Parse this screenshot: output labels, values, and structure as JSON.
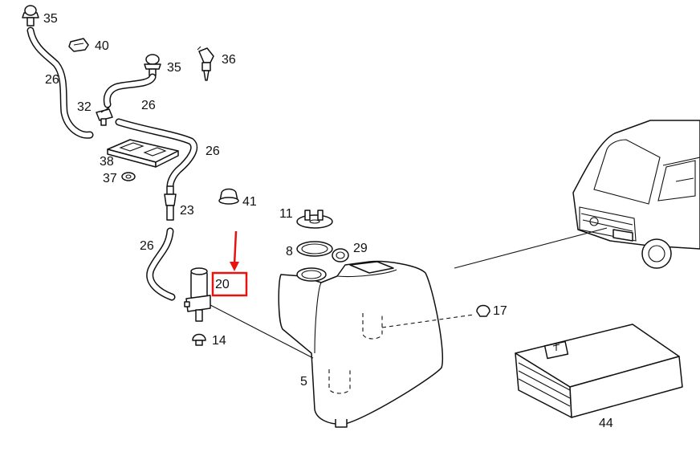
{
  "callouts": [
    {
      "id": "c35a",
      "text": "35"
    },
    {
      "id": "c40",
      "text": "40"
    },
    {
      "id": "c26a",
      "text": "26"
    },
    {
      "id": "c35b",
      "text": "35"
    },
    {
      "id": "c36",
      "text": "36"
    },
    {
      "id": "c26b",
      "text": "26"
    },
    {
      "id": "c32",
      "text": "32"
    },
    {
      "id": "c26c",
      "text": "26"
    },
    {
      "id": "c38",
      "text": "38"
    },
    {
      "id": "c37",
      "text": "37"
    },
    {
      "id": "c41",
      "text": "41"
    },
    {
      "id": "c23",
      "text": "23"
    },
    {
      "id": "c11",
      "text": "11"
    },
    {
      "id": "c8",
      "text": "8"
    },
    {
      "id": "c29",
      "text": "29"
    },
    {
      "id": "c26d",
      "text": "26"
    },
    {
      "id": "c20",
      "text": "20"
    },
    {
      "id": "c17",
      "text": "17"
    },
    {
      "id": "c14",
      "text": "14"
    },
    {
      "id": "c5",
      "text": "5"
    },
    {
      "id": "c44",
      "text": "44"
    }
  ],
  "highlight": {
    "callout": "20",
    "color": "#e8130f"
  }
}
